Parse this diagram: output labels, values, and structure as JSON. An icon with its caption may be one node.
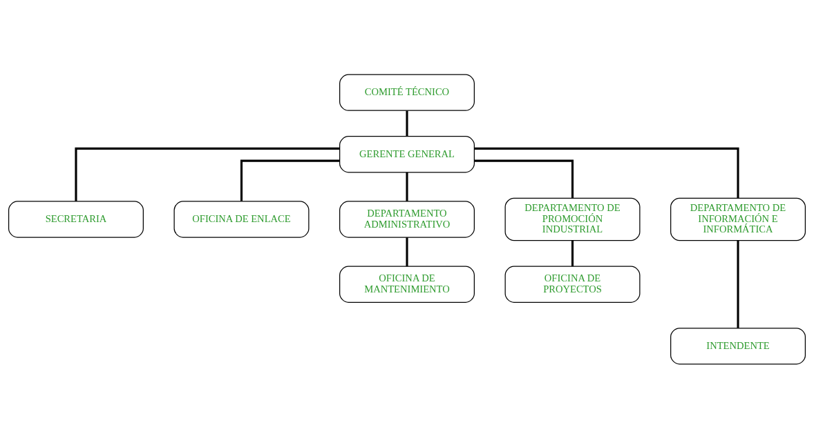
{
  "diagram": {
    "nodes": [
      {
        "text": [
          "COMITÉ TÉCNICO"
        ]
      },
      {
        "text": [
          "GERENTE GENERAL"
        ]
      },
      {
        "text": [
          "SECRETARIA"
        ]
      },
      {
        "text": [
          "OFICINA DE ENLACE"
        ]
      },
      {
        "text": [
          "DEPARTAMENTO ADMINISTRATIVO"
        ]
      },
      {
        "text": [
          "DEPARTAMENTO DE PROMOCIÓN INDUSTRIAL"
        ]
      },
      {
        "text": [
          "DEPARTAMENTO DE INFORMACIÓN E INFORMÁTICA"
        ]
      },
      {
        "text": [
          "OFICINA DE MANTENIMIENTO"
        ]
      },
      {
        "text": [
          "OFICINA DE PROYECTOS"
        ]
      },
      {
        "text": [
          "INTENDENTE"
        ]
      }
    ],
    "edges": [
      {
        "from": 0,
        "to": 1,
        "arrow": "none"
      },
      {
        "from": 1,
        "to": 2,
        "arrow": "none"
      },
      {
        "from": 1,
        "to": 3,
        "arrow": "none"
      },
      {
        "from": 1,
        "to": 4,
        "arrow": "none"
      },
      {
        "from": 1,
        "to": 5,
        "arrow": "none"
      },
      {
        "from": 1,
        "to": 6,
        "arrow": "none"
      },
      {
        "from": 4,
        "to": 7,
        "arrow": "none"
      },
      {
        "from": 5,
        "to": 8,
        "arrow": "none"
      },
      {
        "from": 6,
        "to": 9,
        "arrow": "none"
      }
    ]
  }
}
